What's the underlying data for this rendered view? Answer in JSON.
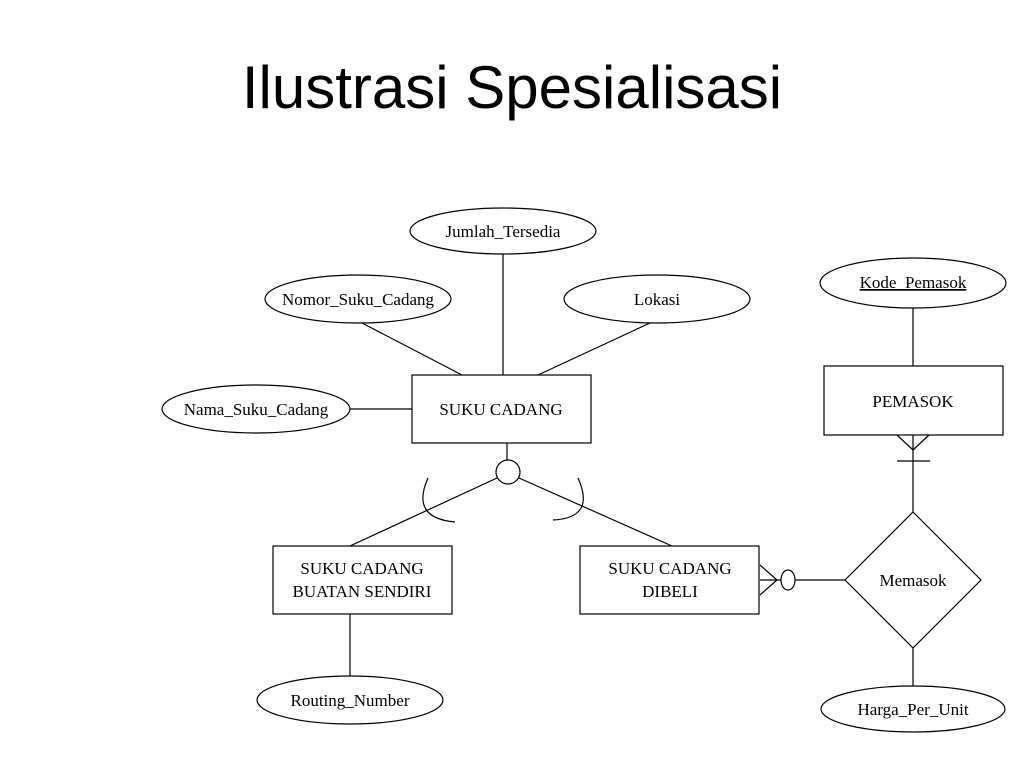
{
  "title": "Ilustrasi Spesialisasi",
  "entities": {
    "suku_cadang": "SUKU CADANG",
    "pemasok": "PEMASOK",
    "buatan_sendiri": [
      "SUKU CADANG",
      "BUATAN SENDIRI"
    ],
    "dibeli": [
      "SUKU CADANG",
      "DIBELI"
    ]
  },
  "attributes": {
    "jumlah_tersedia": "Jumlah_Tersedia",
    "nomor_suku_cadang": "Nomor_Suku_Cadang",
    "lokasi": "Lokasi",
    "nama_suku_cadang": "Nama_Suku_Cadang",
    "kode_pemasok": "Kode_Pemasok",
    "routing_number": "Routing_Number",
    "harga_per_unit": "Harga_Per_Unit"
  },
  "relationship": {
    "memasok": "Memasok"
  }
}
